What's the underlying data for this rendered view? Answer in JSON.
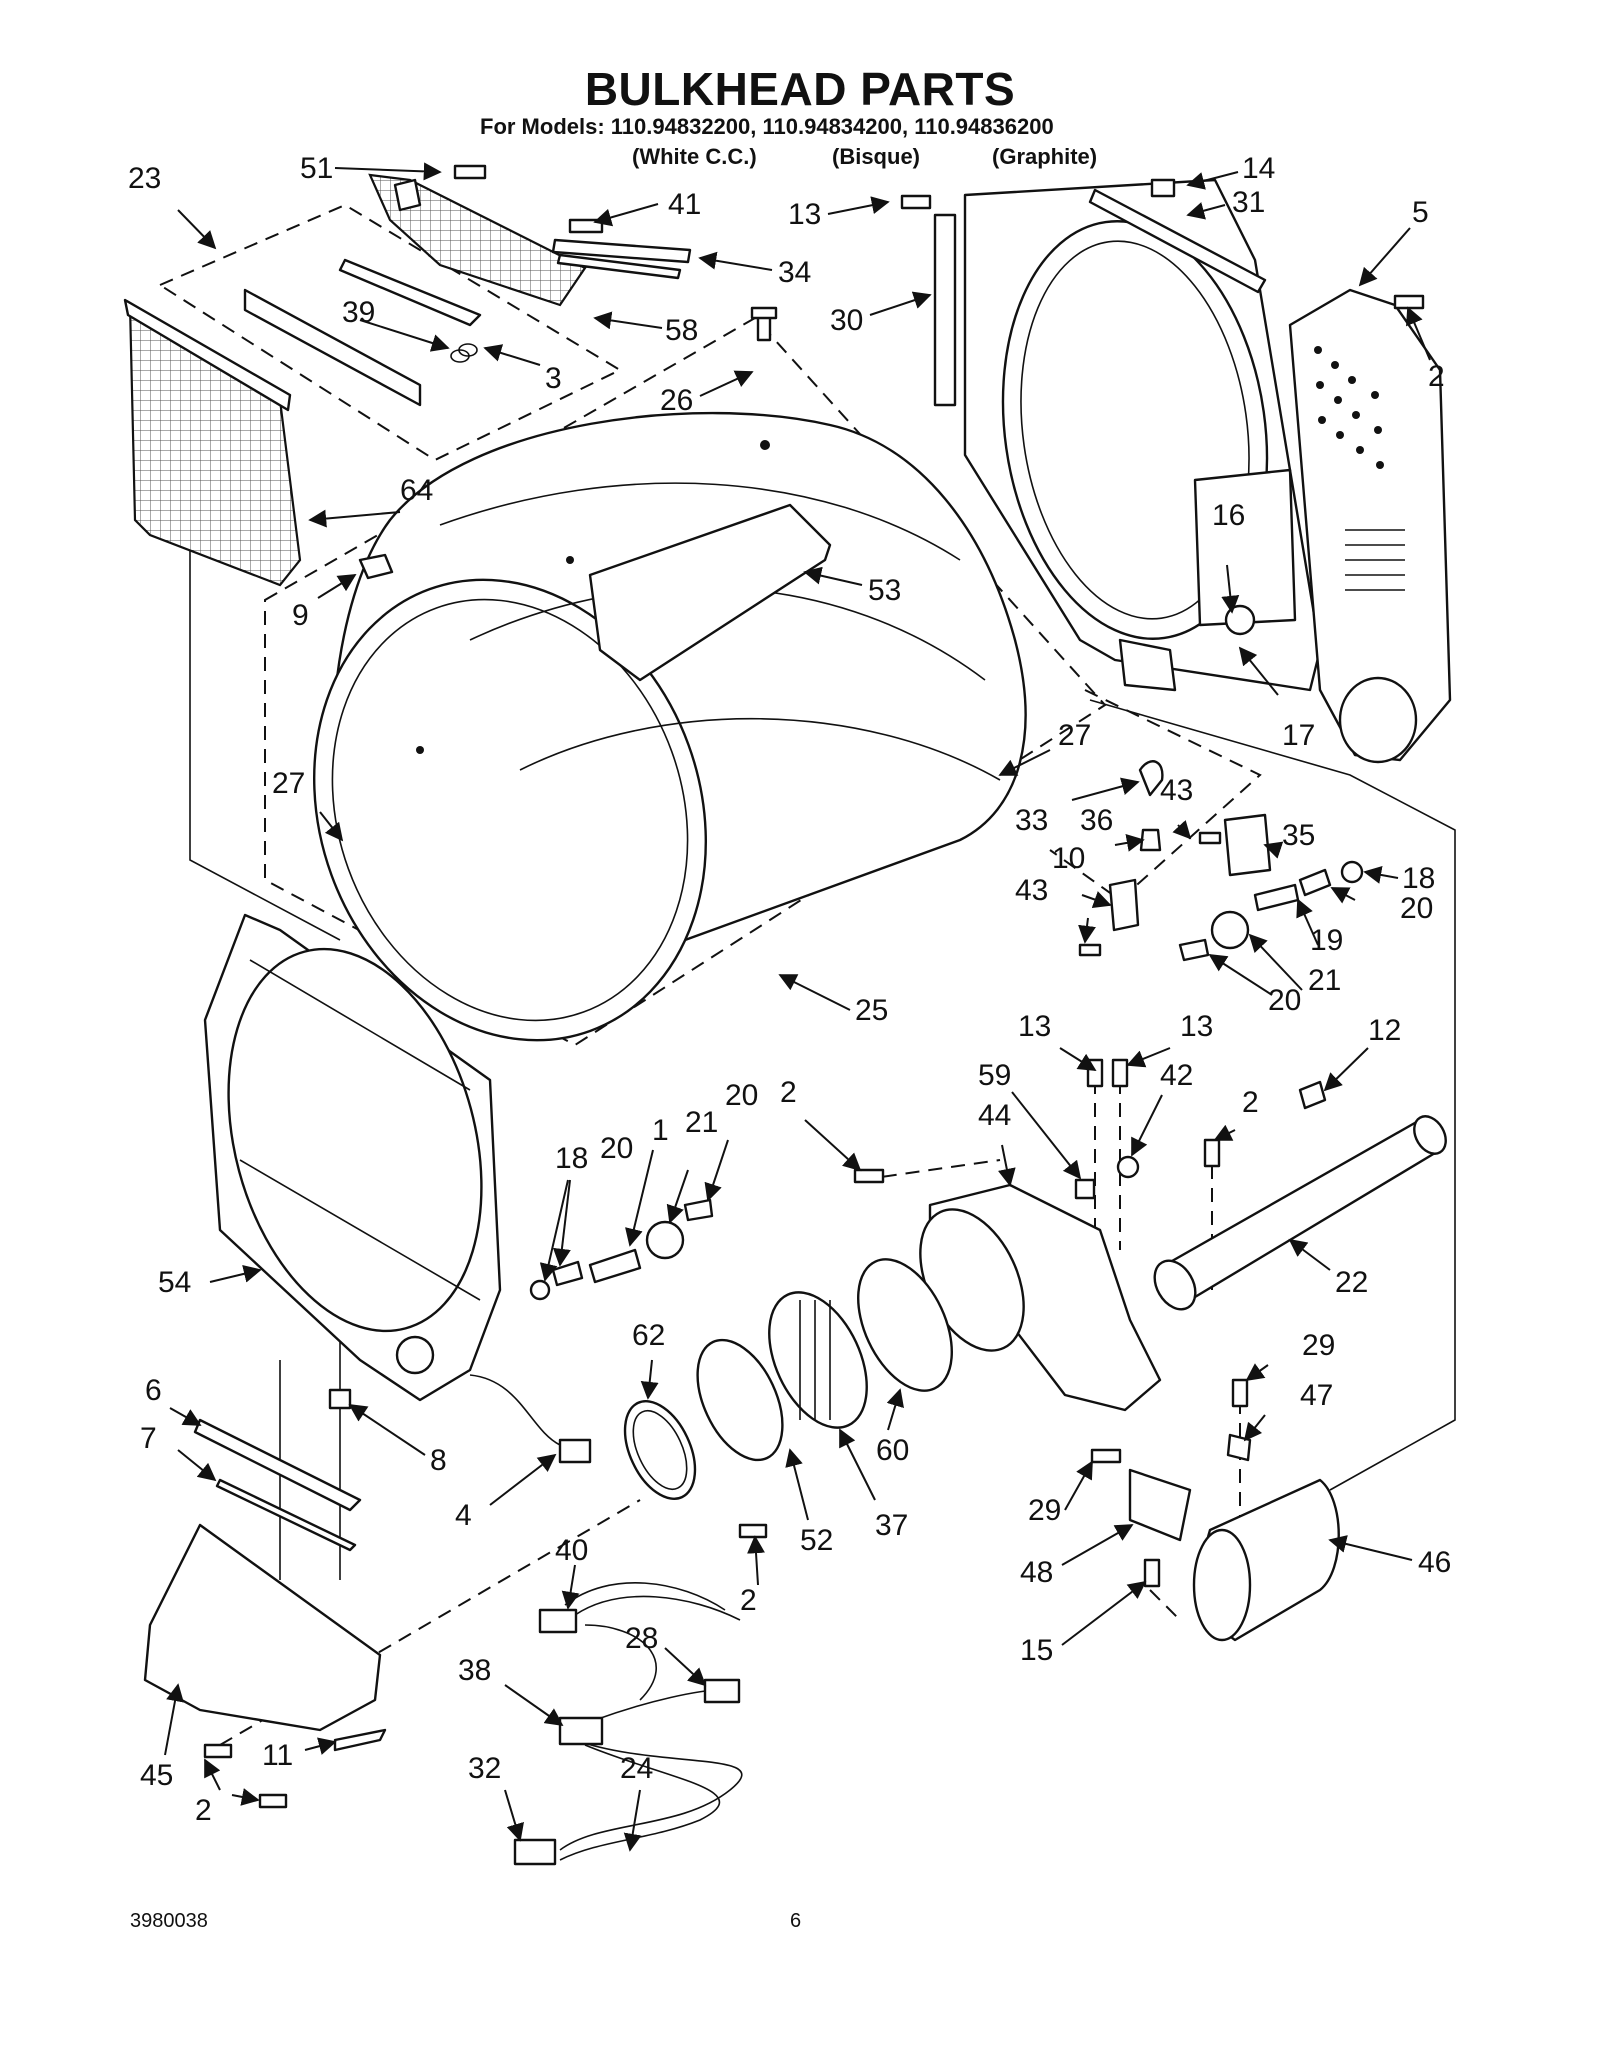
{
  "header": {
    "title": "BULKHEAD PARTS",
    "models_line": "For Models: 110.94832200, 110.94834200, 110.94836200",
    "variants": [
      "(White C.C.)",
      "(Bisque)",
      "(Graphite)"
    ]
  },
  "footer": {
    "doc_number": "3980038",
    "page_number": "6"
  },
  "callouts": [
    "23",
    "51",
    "41",
    "13",
    "14",
    "31",
    "5",
    "34",
    "58",
    "30",
    "39",
    "3",
    "26",
    "2",
    "64",
    "53",
    "9",
    "16",
    "17",
    "27",
    "27",
    "33",
    "43",
    "36",
    "35",
    "10",
    "18",
    "43",
    "20",
    "19",
    "21",
    "20",
    "25",
    "13",
    "13",
    "12",
    "59",
    "42",
    "2",
    "44",
    "20",
    "21",
    "20",
    "18",
    "1",
    "2",
    "22",
    "54",
    "62",
    "29",
    "47",
    "60",
    "6",
    "7",
    "8",
    "37",
    "52",
    "4",
    "29",
    "48",
    "46",
    "40",
    "28",
    "2",
    "15",
    "38",
    "45",
    "11",
    "32",
    "24",
    "2"
  ]
}
